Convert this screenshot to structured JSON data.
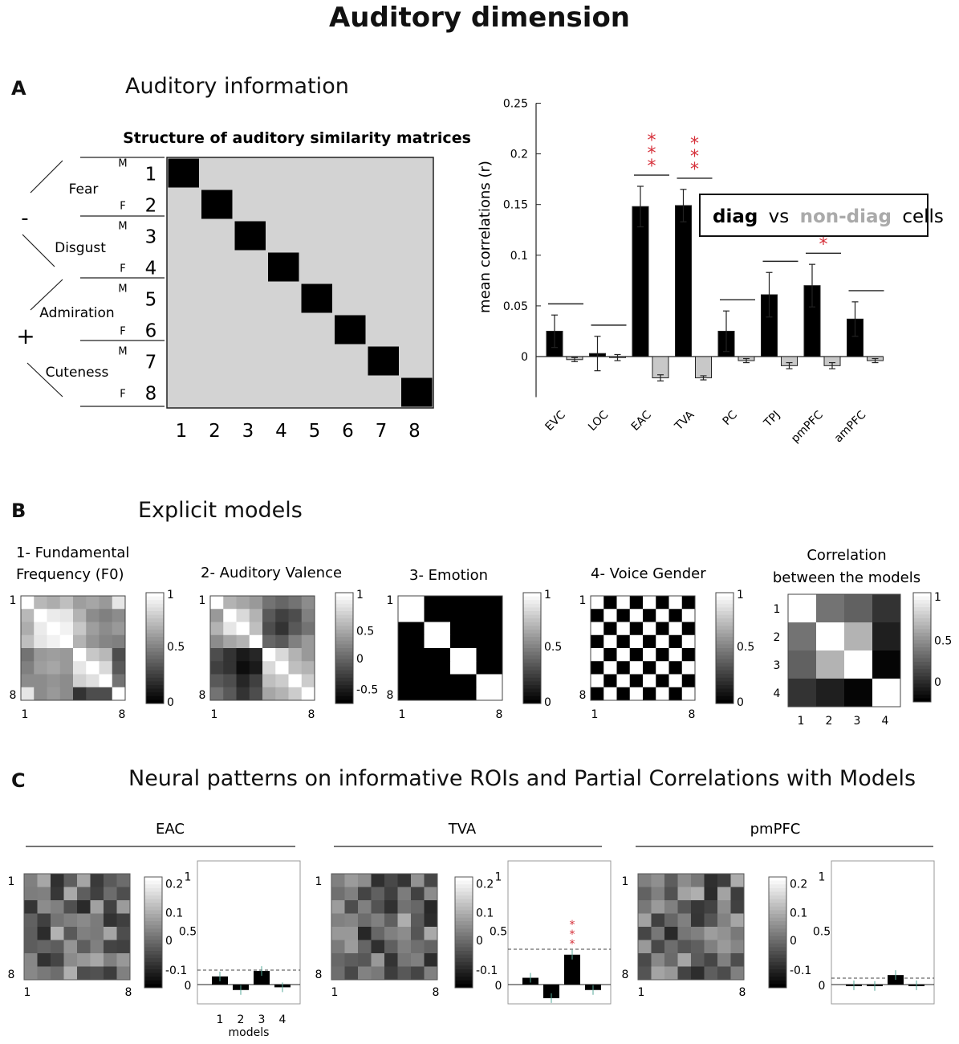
{
  "title": "Auditory dimension",
  "panel_a": {
    "letter": "A",
    "title": "Auditory information",
    "matrix_title": "Structure of auditory similarity matrices",
    "emotions": [
      "Fear",
      "Disgust",
      "Admiration",
      "Cuteness"
    ],
    "genders": [
      "M",
      "F",
      "M",
      "F",
      "M",
      "F",
      "M",
      "F"
    ],
    "row_numbers": [
      "1",
      "2",
      "3",
      "4",
      "5",
      "6",
      "7",
      "8"
    ],
    "col_numbers": [
      "1",
      "2",
      "3",
      "4",
      "5",
      "6",
      "7",
      "8"
    ],
    "sign_negative": "-",
    "sign_positive": "+"
  },
  "legend": {
    "diag": "diag",
    "vs": "vs",
    "nondiag": "non-diag",
    "cells": "cells"
  },
  "chart_data": {
    "type": "bar",
    "categories": [
      "EVC",
      "LOC",
      "EAC",
      "TVA",
      "PC",
      "TPJ",
      "pmPFC",
      "amPFC"
    ],
    "series": [
      {
        "name": "diag",
        "values": [
          0.025,
          0.003,
          0.148,
          0.149,
          0.025,
          0.061,
          0.07,
          0.037
        ],
        "errors": [
          0.016,
          0.017,
          0.02,
          0.016,
          0.02,
          0.022,
          0.021,
          0.017
        ],
        "color": "#000000"
      },
      {
        "name": "non-diag",
        "values": [
          -0.003,
          -0.001,
          -0.021,
          -0.021,
          -0.004,
          -0.009,
          -0.009,
          -0.004
        ],
        "errors": [
          0.002,
          0.003,
          0.003,
          0.002,
          0.002,
          0.003,
          0.003,
          0.002
        ],
        "color": "#c8c8c8"
      }
    ],
    "ylabel": "mean correlations (r)",
    "xlabel": "",
    "ylim": [
      -0.04,
      0.25
    ],
    "yticks": [
      "0.25",
      "0.2",
      "0.15",
      "0.1",
      "0.05",
      "0"
    ],
    "significance": [
      {
        "category": "EAC",
        "marks": "***"
      },
      {
        "category": "TVA",
        "marks": "***"
      },
      {
        "category": "pmPFC",
        "marks": "*"
      }
    ]
  },
  "panel_b": {
    "letter": "B",
    "title": "Explicit models",
    "models": [
      {
        "title_line1": "1- Fundamental",
        "title_line2": "Frequency (F0)",
        "axis_start": "1",
        "axis_end": "8",
        "cbar_ticks": [
          "1",
          "0.5",
          "0"
        ]
      },
      {
        "title_line1": "2- Auditory Valence",
        "title_line2": "",
        "axis_start": "1",
        "axis_end": "8",
        "cbar_ticks": [
          "1",
          "0.5",
          "0",
          "-0.5"
        ]
      },
      {
        "title_line1": "3- Emotion",
        "title_line2": "",
        "axis_start": "1",
        "axis_end": "8",
        "cbar_ticks": [
          "1",
          "0.5",
          "0"
        ]
      },
      {
        "title_line1": "4- Voice Gender",
        "title_line2": "",
        "axis_start": "1",
        "axis_end": "8",
        "cbar_ticks": [
          "1",
          "0.5",
          "0"
        ]
      }
    ],
    "correlation": {
      "title_line1": "Correlation",
      "title_line2": "between the models",
      "labels": [
        "1",
        "2",
        "3",
        "4"
      ],
      "cbar_ticks": [
        "1",
        "0.5",
        "0"
      ]
    }
  },
  "panel_c": {
    "letter": "C",
    "title": "Neural patterns on informative ROIs and Partial Correlations with Models",
    "rois": [
      {
        "name": "EAC",
        "cbar_ticks": [
          "0.2",
          "0.1",
          "0",
          "-0.1"
        ],
        "bar_values": [
          0.06,
          -0.04,
          0.1,
          -0.02
        ],
        "stars": "",
        "xticks": [
          "1",
          "2",
          "3",
          "4"
        ],
        "xlabel": "models"
      },
      {
        "name": "TVA",
        "cbar_ticks": [
          "0.2",
          "0.1",
          "0",
          "-0.1"
        ],
        "bar_values": [
          0.05,
          -0.1,
          0.22,
          -0.04
        ],
        "stars": "***",
        "xticks": [],
        "xlabel": ""
      },
      {
        "name": "pmPFC",
        "cbar_ticks": [
          "0.2",
          "0.1",
          "0",
          "-0.1"
        ],
        "bar_values": [
          -0.005,
          -0.01,
          0.07,
          -0.005
        ],
        "stars": "",
        "xticks": [],
        "xlabel": ""
      }
    ],
    "bar_axis_ticks": [
      "1",
      "0.5",
      "0"
    ]
  }
}
